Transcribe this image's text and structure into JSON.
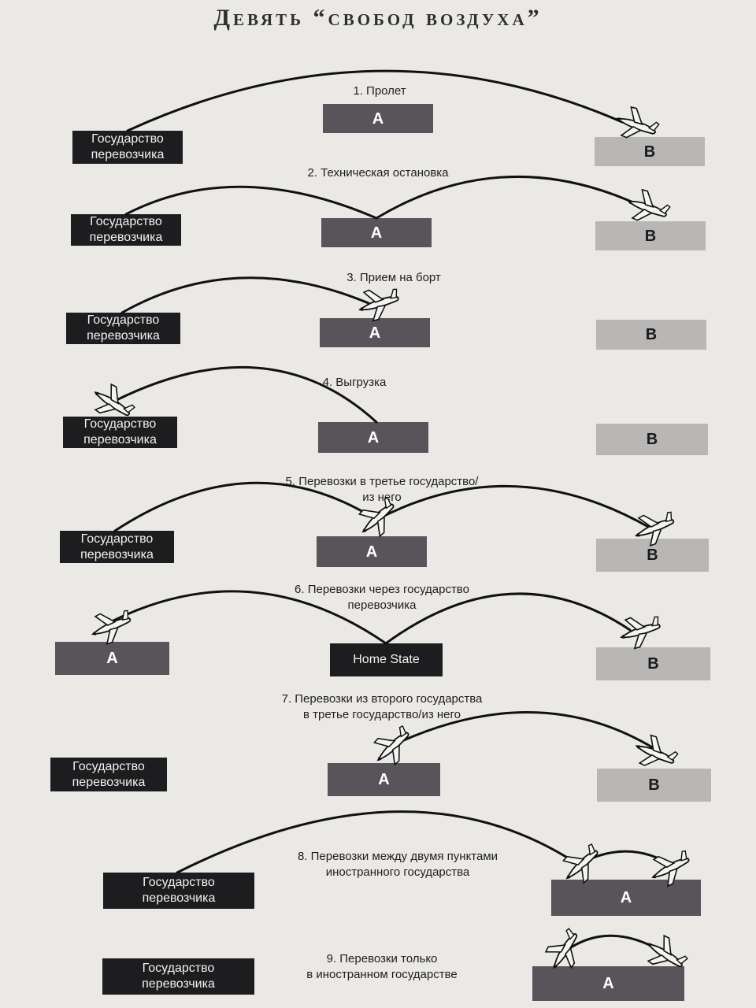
{
  "title": "Девять “свобод воздуха”",
  "labels": {
    "carrier_line1": "Государство",
    "carrier_line2": "перевозчика",
    "a": "A",
    "b": "B",
    "home_state": "Home State"
  },
  "freedoms": [
    {
      "lines": [
        "1. Пролет"
      ]
    },
    {
      "lines": [
        "2. Техническая остановка"
      ]
    },
    {
      "lines": [
        "3. Прием на борт"
      ]
    },
    {
      "lines": [
        "4. Выгрузка"
      ]
    },
    {
      "lines": [
        "5. Перевозки в третье государство/",
        "из него"
      ]
    },
    {
      "lines": [
        "6. Перевозки через государство",
        "перевозчика"
      ]
    },
    {
      "lines": [
        "7. Перевозки из второго государства",
        "в третье государство/из него"
      ]
    },
    {
      "lines": [
        "8. Перевозки между двумя пунктами",
        "иностранного государства"
      ]
    },
    {
      "lines": [
        "9. Перевозки только",
        "в иностранном государстве"
      ]
    }
  ],
  "colors": {
    "carrier_box": "#1d1c1e",
    "a_box": "#595459",
    "b_box": "#b9b6b6",
    "route_line": "#111111"
  }
}
